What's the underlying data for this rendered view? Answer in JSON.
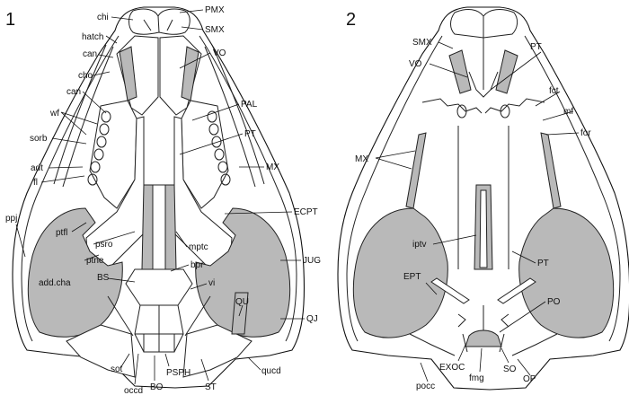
{
  "panels": [
    {
      "number": "1",
      "labels": {
        "chi": "chi",
        "pmx": "PMX",
        "smx": "SMX",
        "hatch": "hatch",
        "can1": "can",
        "cho": "cho",
        "can2": "can",
        "vo": "VO",
        "pal": "PAL",
        "wf": "wf",
        "sorb": "sorb",
        "pt": "PT",
        "adt": "adt",
        "mx": "MX",
        "fl": "fl",
        "ecpt": "ECPT",
        "ppj": "ppj",
        "ptfl": "ptfl",
        "psro": "psro",
        "ptne": "ptne",
        "mptc": "mptc",
        "jug": "JUG",
        "add_cha": "add.cha",
        "bs": "BS",
        "bpr": "bpr",
        "vi": "vi",
        "qu": "QU",
        "qj": "QJ",
        "sot": "sot",
        "pmx_no": "",
        "occd": "occd",
        "bo": "BO",
        "psph": "PSPH",
        "st": "ST",
        "qucd": "qucd"
      }
    },
    {
      "number": "2",
      "labels": {
        "smx": "SMX",
        "pt": "PT",
        "vo": "VO",
        "fct": "fct",
        "mf": "mf",
        "for": "for",
        "mx": "MX",
        "iptv": "iptv",
        "pt2": "PT",
        "ept": "EPT",
        "po": "PO",
        "exoc": "EXOC",
        "fmg": "fmg",
        "so": "SO",
        "op": "OP",
        "pocc": "pocc"
      }
    }
  ]
}
